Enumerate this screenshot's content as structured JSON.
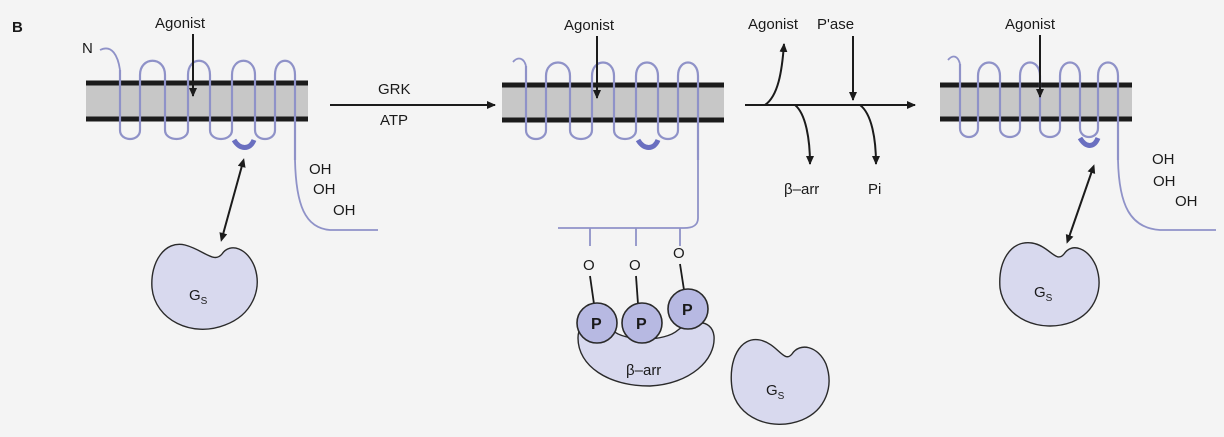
{
  "panel_label": "B",
  "n_terminus": "N",
  "states": [
    {
      "agonist": "Agonist",
      "hydroxyls": [
        "OH",
        "OH",
        "OH"
      ],
      "g_protein": {
        "main": "G",
        "sub": "S"
      }
    },
    {
      "agonist": "Agonist",
      "phospho_o": [
        "O",
        "O",
        "O"
      ],
      "phospho_p": [
        "P",
        "P",
        "P"
      ],
      "arrestin": "β–arr",
      "g_protein": {
        "main": "G",
        "sub": "S"
      }
    },
    {
      "agonist": "Agonist",
      "hydroxyls": [
        "OH",
        "OH",
        "OH"
      ],
      "g_protein": {
        "main": "G",
        "sub": "S"
      }
    }
  ],
  "transition_1": {
    "above": "GRK",
    "below": "ATP"
  },
  "transition_2": {
    "agonist_out": "Agonist",
    "phosphatase": "P'ase",
    "arrestin_out": "β–arr",
    "phosphate_out": "Pi"
  },
  "colors": {
    "receptor": "#8f92c8",
    "membrane_band": "#c7c7c7",
    "protein_fill": "#d8d9ee",
    "phosphate_fill": "#b7b9e2"
  }
}
